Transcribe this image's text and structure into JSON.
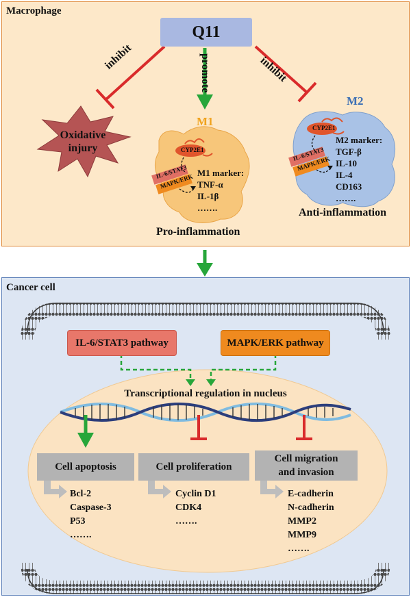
{
  "macrophage": {
    "title": "Macrophage",
    "q11": "Q11",
    "inhibit_left": "inhibit",
    "promote": "promote",
    "inhibit_right": "inhibit",
    "oxidative": [
      "Oxidative",
      "injury"
    ],
    "m1": {
      "label": "M1",
      "enzyme": "CYP2E1",
      "pathways": [
        "IL-6/STAT3",
        "MAPK/ERK"
      ],
      "markers": [
        "M1 marker:",
        "TNF-α",
        "IL-1β",
        "……."
      ],
      "caption": "Pro-inflammation"
    },
    "m2": {
      "label": "M2",
      "enzyme": "CYP2E1",
      "pathways": [
        "IL-6/STAT3",
        "MAPK/ERK"
      ],
      "markers": [
        "M2 marker:",
        "TGF-β",
        "IL-10",
        "IL-4",
        "CD163",
        "……."
      ],
      "caption": "Anti-inflammation"
    }
  },
  "cancer": {
    "title": "Cancer cell",
    "il6_pathway": "IL-6/STAT3 pathway",
    "mapk_pathway": "MAPK/ERK pathway",
    "nucleus_title": "Transcriptional regulation in nucleus",
    "apoptosis": {
      "label": "Cell apoptosis",
      "items": [
        "Bcl-2",
        "Caspase-3",
        "P53",
        "……."
      ]
    },
    "proliferation": {
      "label": "Cell proliferation",
      "items": [
        "Cyclin D1",
        "CDK4",
        "……."
      ]
    },
    "migration": {
      "label_lines": [
        "Cell migration",
        "and invasion"
      ],
      "items": [
        "E-cadherin",
        "N-cadherin",
        "MMP2",
        "MMP9",
        "……."
      ]
    }
  },
  "colors": {
    "activate": "#27a63a",
    "inhibit": "#d92b2b",
    "il6_box": "#e8776a",
    "mapk_box": "#ef8a1f",
    "m1_label": "#f0a21c",
    "m2_label": "#3d6fb5"
  }
}
